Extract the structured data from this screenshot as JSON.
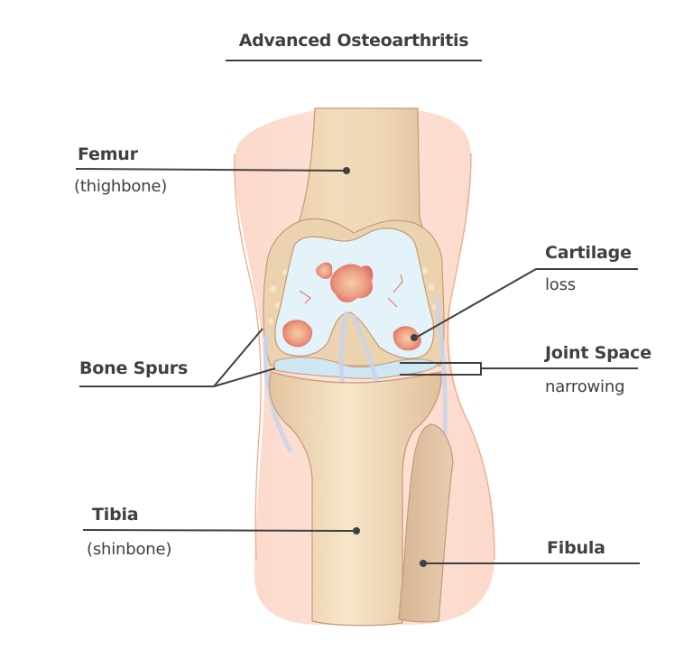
{
  "title": "Advanced Osteoarthritis",
  "labels": {
    "femur": {
      "name": "Femur",
      "detail": "(thighbone)"
    },
    "cartilage": {
      "name": "Cartilage",
      "detail": "loss"
    },
    "bone_spurs": {
      "name": "Bone Spurs"
    },
    "joint_space": {
      "name": "Joint Space",
      "detail": "narrowing"
    },
    "tibia": {
      "name": "Tibia",
      "detail": "(shinbone)"
    },
    "fibula": {
      "name": "Fibula"
    }
  },
  "colors": {
    "text": "#404041",
    "leader_line": "#404041",
    "skin": "#fbdccf",
    "skin_outline": "#f0a88c",
    "bone": "#efd7b4",
    "bone_shade": "#e2c3a0",
    "bone_outline": "#c49a78",
    "cartilage": "#e3f1f8",
    "lesion": "#e0685a",
    "ligament": "#c9d4ec"
  }
}
